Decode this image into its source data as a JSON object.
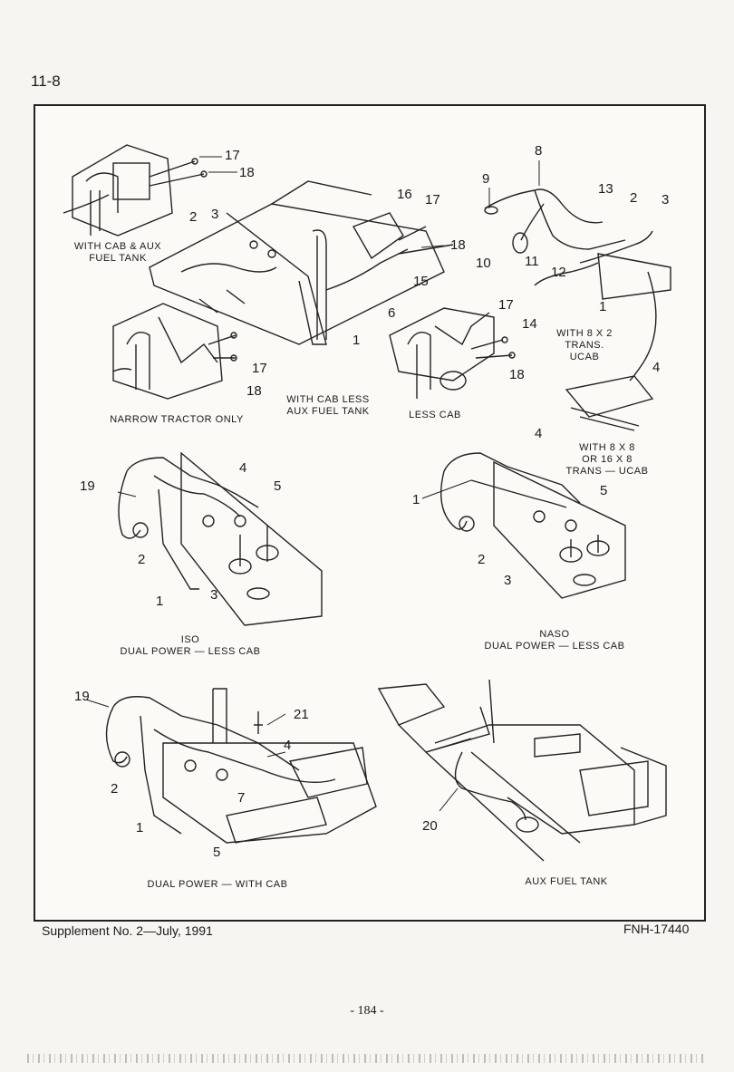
{
  "page": {
    "section": "11-8",
    "footer_left": "Supplement  No. 2—July,  1991",
    "footer_right": "FNH-17440",
    "page_number": "- 184 -"
  },
  "captions": {
    "cab_aux": "WITH CAB & AUX\nFUEL TANK",
    "narrow": "NARROW TRACTOR ONLY",
    "cab_less_aux": "WITH CAB LESS\nAUX FUEL TANK",
    "less_cab": "LESS CAB",
    "with8x2": "WITH 8 X 2\nTRANS.\nUCAB",
    "with8x8": "WITH 8 X 8\nOR 16 X 8\nTRANS — UCAB",
    "iso": "ISO\nDUAL POWER — LESS CAB",
    "naso": "NASO\nDUAL POWER — LESS CAB",
    "dual_with_cab": "DUAL POWER — WITH CAB",
    "aux_fuel_tank": "AUX FUEL TANK"
  },
  "callouts": {
    "n1": "1",
    "n2": "2",
    "n3": "3",
    "n4": "4",
    "n5": "5",
    "n6": "6",
    "n7": "7",
    "n8": "8",
    "n9": "9",
    "n10": "10",
    "n11": "11",
    "n12": "12",
    "n13": "13",
    "n14": "14",
    "n15": "15",
    "n16": "16",
    "n17": "17",
    "n18": "18",
    "n19": "19",
    "n20": "20",
    "n21": "21"
  }
}
